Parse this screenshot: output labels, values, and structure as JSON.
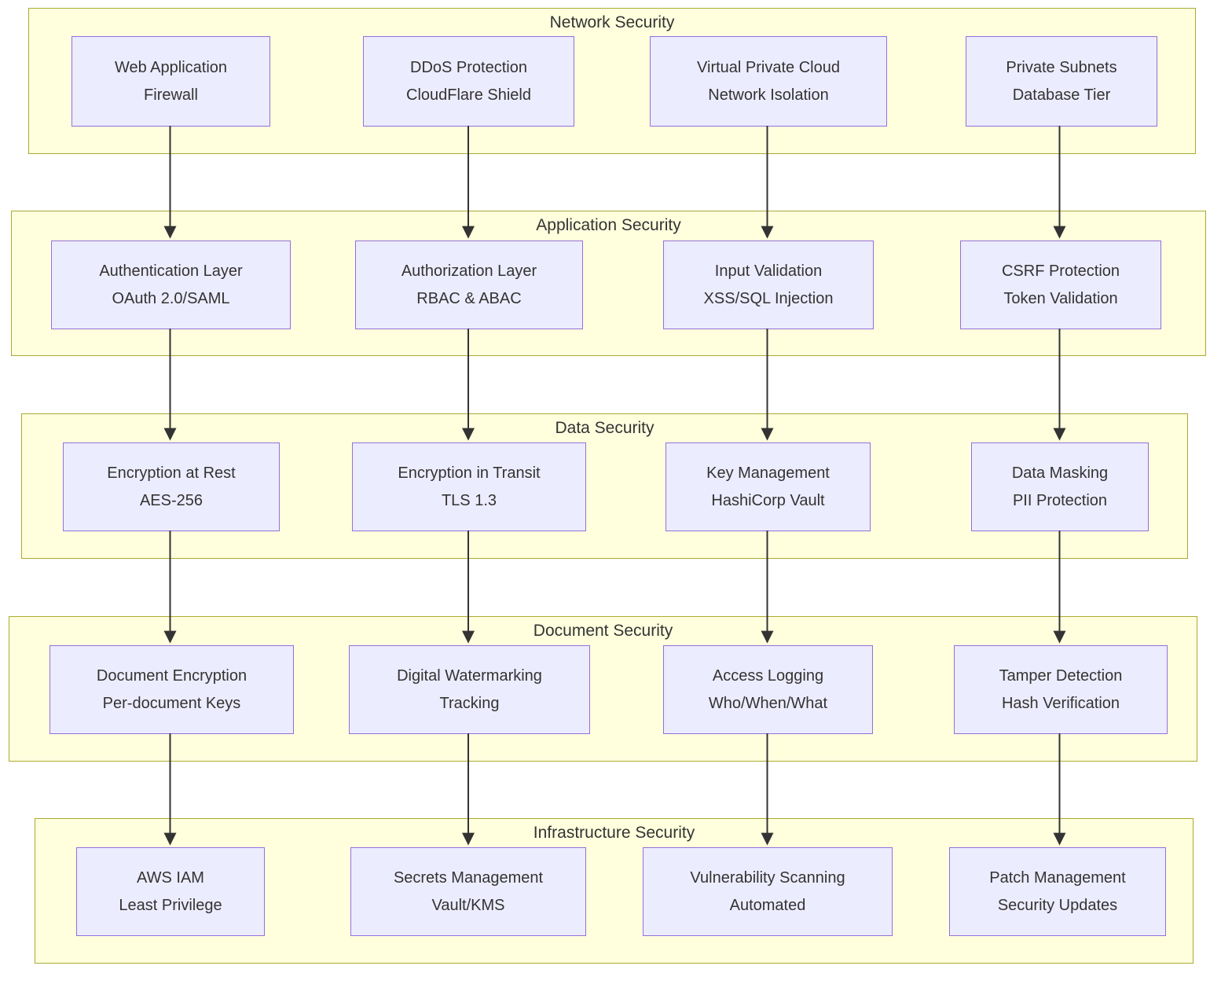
{
  "diagram": {
    "type": "layered-security-architecture-flowchart",
    "colors": {
      "layer_fill": "#ffffde",
      "layer_border": "#aaaa33",
      "node_fill": "#ececff",
      "node_border": "#9370db",
      "text": "#333333",
      "arrow": "#333333"
    },
    "layers": [
      {
        "id": "network",
        "title": "Network Security",
        "nodes": [
          {
            "label": "Web Application",
            "sublabel": "Firewall"
          },
          {
            "label": "DDoS Protection",
            "sublabel": "CloudFlare Shield"
          },
          {
            "label": "Virtual Private Cloud",
            "sublabel": "Network Isolation"
          },
          {
            "label": "Private Subnets",
            "sublabel": "Database Tier"
          }
        ]
      },
      {
        "id": "application",
        "title": "Application Security",
        "nodes": [
          {
            "label": "Authentication Layer",
            "sublabel": "OAuth 2.0/SAML"
          },
          {
            "label": "Authorization Layer",
            "sublabel": "RBAC & ABAC"
          },
          {
            "label": "Input Validation",
            "sublabel": "XSS/SQL Injection"
          },
          {
            "label": "CSRF Protection",
            "sublabel": "Token Validation"
          }
        ]
      },
      {
        "id": "data",
        "title": "Data Security",
        "nodes": [
          {
            "label": "Encryption at Rest",
            "sublabel": "AES-256"
          },
          {
            "label": "Encryption in Transit",
            "sublabel": "TLS 1.3"
          },
          {
            "label": "Key Management",
            "sublabel": "HashiCorp Vault"
          },
          {
            "label": "Data Masking",
            "sublabel": "PII Protection"
          }
        ]
      },
      {
        "id": "document",
        "title": "Document Security",
        "nodes": [
          {
            "label": "Document Encryption",
            "sublabel": "Per-document Keys"
          },
          {
            "label": "Digital Watermarking",
            "sublabel": "Tracking"
          },
          {
            "label": "Access Logging",
            "sublabel": "Who/When/What"
          },
          {
            "label": "Tamper Detection",
            "sublabel": "Hash Verification"
          }
        ]
      },
      {
        "id": "infrastructure",
        "title": "Infrastructure Security",
        "nodes": [
          {
            "label": "AWS IAM",
            "sublabel": "Least Privilege"
          },
          {
            "label": "Secrets Management",
            "sublabel": "Vault/KMS"
          },
          {
            "label": "Vulnerability Scanning",
            "sublabel": "Automated"
          },
          {
            "label": "Patch Management",
            "sublabel": "Security Updates"
          }
        ]
      }
    ],
    "edges": [
      {
        "from": "Web Application Firewall",
        "to": "Authentication Layer"
      },
      {
        "from": "DDoS Protection",
        "to": "Authorization Layer"
      },
      {
        "from": "Virtual Private Cloud",
        "to": "Input Validation"
      },
      {
        "from": "Private Subnets",
        "to": "CSRF Protection"
      },
      {
        "from": "Authentication Layer",
        "to": "Encryption at Rest"
      },
      {
        "from": "Authorization Layer",
        "to": "Encryption in Transit"
      },
      {
        "from": "Input Validation",
        "to": "Key Management"
      },
      {
        "from": "CSRF Protection",
        "to": "Data Masking"
      },
      {
        "from": "Encryption at Rest",
        "to": "Document Encryption"
      },
      {
        "from": "Encryption in Transit",
        "to": "Digital Watermarking"
      },
      {
        "from": "Key Management",
        "to": "Access Logging"
      },
      {
        "from": "Data Masking",
        "to": "Tamper Detection"
      },
      {
        "from": "Document Encryption",
        "to": "AWS IAM"
      },
      {
        "from": "Digital Watermarking",
        "to": "Secrets Management"
      },
      {
        "from": "Access Logging",
        "to": "Vulnerability Scanning"
      },
      {
        "from": "Tamper Detection",
        "to": "Patch Management"
      }
    ]
  }
}
